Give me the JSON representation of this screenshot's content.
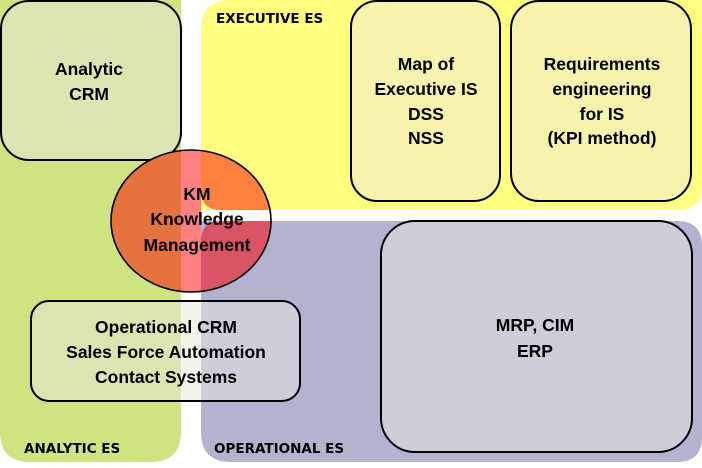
{
  "colors": {
    "analytic_zone": "#CFE383",
    "executive_zone": "#FFFF80",
    "operational_zone": "#B3B3D0",
    "analytic_box": "#DCE5B2",
    "executive_box": "#F6F3AC",
    "operational_box": "#CECDD9",
    "km_left": "#E5733F",
    "km_top_right": "#FF8040",
    "km_bottom_right": "#D95566",
    "km_gap": "#FF8080",
    "overlap_gap": "#F4F4EE",
    "border": "#000000"
  },
  "zones": {
    "analytic": {
      "label": "ANALYTIC ES"
    },
    "executive": {
      "label": "EXECUTIVE ES"
    },
    "operational": {
      "label": "OPERATIONAL ES"
    }
  },
  "boxes": {
    "analytic_crm": {
      "lines": [
        "Analytic",
        "CRM"
      ]
    },
    "executive_map": {
      "lines": [
        "Map of",
        "Executive IS",
        "DSS",
        "NSS"
      ]
    },
    "requirements": {
      "lines": [
        "Requirements",
        "engineering",
        "for IS",
        "(KPI method)"
      ]
    },
    "erp": {
      "lines": [
        "MRP, CIM",
        "ERP"
      ]
    },
    "operational_crm": {
      "lines": [
        "Operational  CRM",
        "Sales Force Automation",
        "Contact Systems"
      ]
    },
    "km": {
      "lines": [
        "KM",
        "Knowledge",
        "Management"
      ]
    }
  }
}
